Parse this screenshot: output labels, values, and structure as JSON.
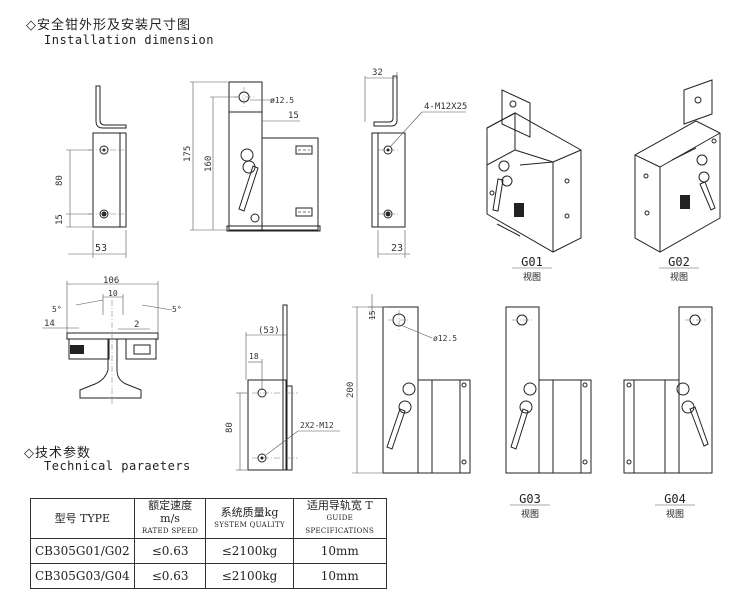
{
  "header": {
    "title_cn": "◇安全钳外形及安装尺寸图",
    "title_en": "Installation dimension"
  },
  "tech": {
    "title_cn": "◇技术参数",
    "title_en": "Technical paraeters"
  },
  "dimensions": {
    "front_height": "80",
    "front_hole": "15",
    "front_width": "53",
    "side_175": "175",
    "side_160": "160",
    "side_hole_dia": "ø12.5",
    "side_15": "15",
    "right_32": "32",
    "right_bolt": "4-M12X25",
    "right_23": "23",
    "top_106": "106",
    "top_10": "10",
    "top_2": "2",
    "top_14": "14",
    "top_5a": "5°",
    "top_5b": "5°",
    "lower_53": "(53)",
    "lower_18": "18",
    "lower_80": "80",
    "lower_bolt": "2X2-M12",
    "g03_15": "15",
    "g03_200": "200",
    "g03_hole": "ø12.5"
  },
  "views": {
    "g01": "G01",
    "g02": "G02",
    "g03": "G03",
    "g04": "G04",
    "view_label": "视图"
  },
  "table": {
    "headers": [
      {
        "cn": "型号 TYPE",
        "en": ""
      },
      {
        "cn": "额定速度m/s",
        "en": "RATED SPEED"
      },
      {
        "cn": "系统质量kg",
        "en": "SYSTEM QUALITY"
      },
      {
        "cn": "适用导轨宽 T",
        "en": "GUIDE SPECIFICATIONS"
      }
    ],
    "rows": [
      [
        "CB305G01/G02",
        "≤0.63",
        "≤2100kg",
        "10mm"
      ],
      [
        "CB305G03/G04",
        "≤0.63",
        "≤2100kg",
        "10mm"
      ]
    ]
  }
}
